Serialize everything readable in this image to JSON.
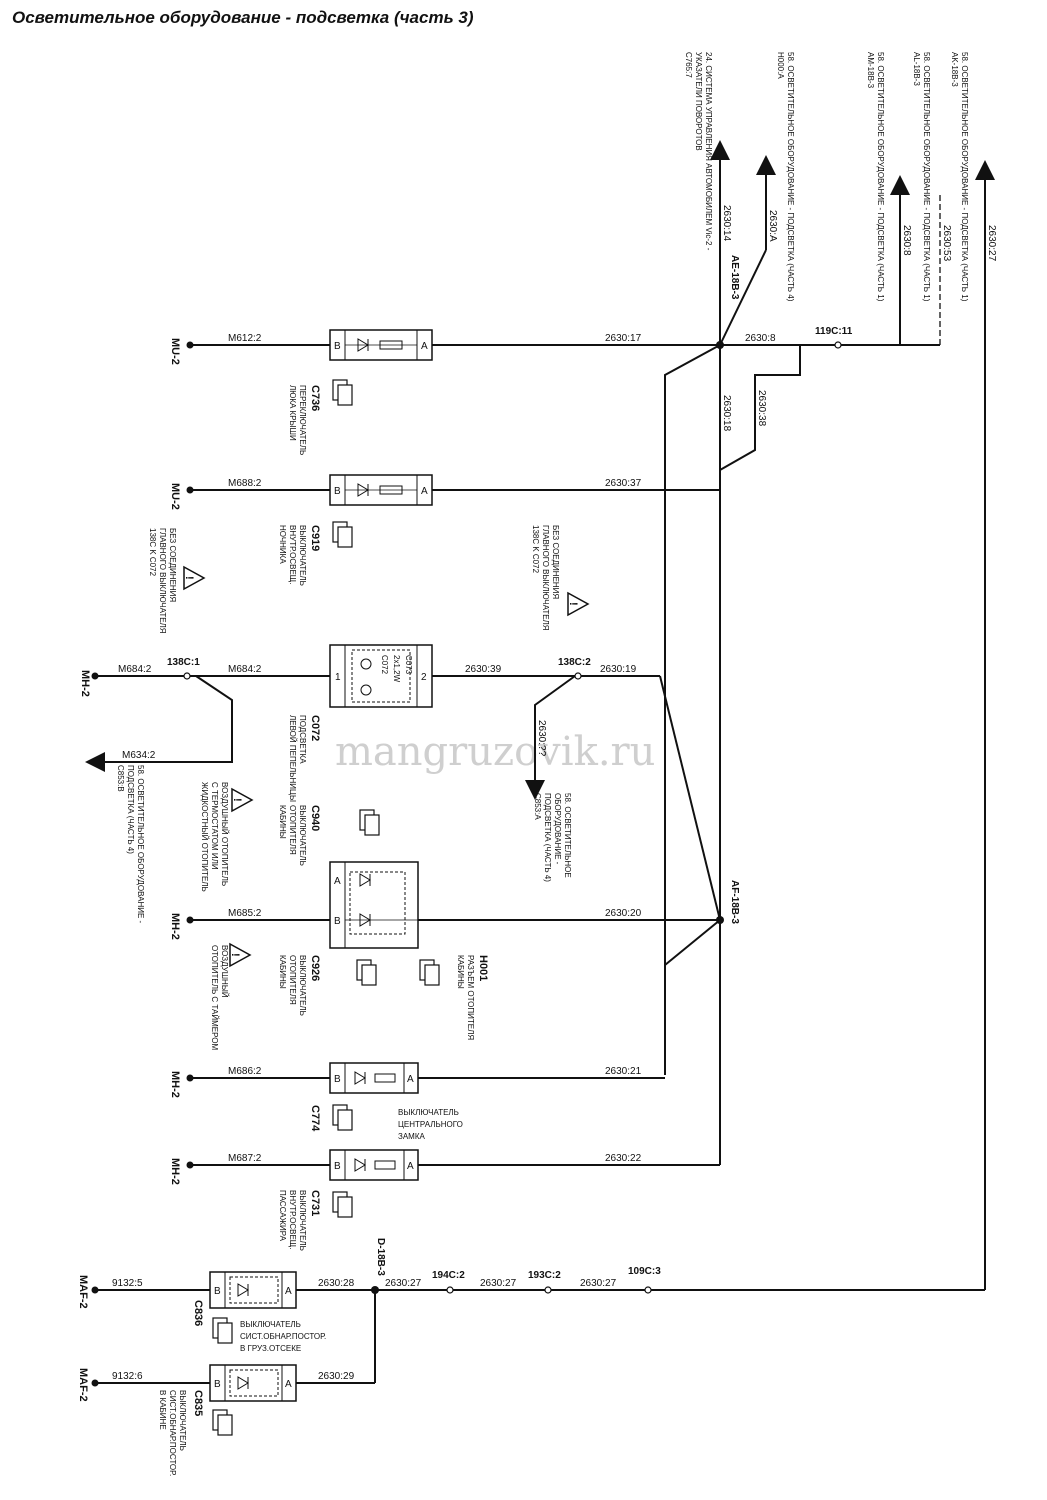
{
  "title": "Осветительное оборудование - подсветка (часть 3)",
  "watermark": "mangruzovik.ru",
  "top_refs": {
    "r1": [
      "24. СИСТЕМА УПРАВЛЕНИЯ АВТОМОБИЛЕМ Vic-2 -",
      "УКАЗАТЕЛИ ПОВОРОТОВ",
      "C765:7"
    ],
    "r2": [
      "58. ОСВЕТИТЕЛЬНОЕ ОБОРУДОВАНИЕ - ПОДСВЕТКА (ЧАСТЬ 4)",
      "H000:A"
    ],
    "r3": [
      "58. ОСВЕТИТЕЛЬНОЕ ОБОРУДОВАНИЕ - ПОДСВЕТКА (ЧАСТЬ 1)",
      "AM-18B-3"
    ],
    "r4": [
      "58. ОСВЕТИТЕЛЬНОЕ ОБОРУДОВАНИЕ - ПОДСВЕТКА (ЧАСТЬ 1)",
      "AL-18B-3"
    ],
    "r5": [
      "58. ОСВЕТИТЕЛЬНОЕ ОБОРУДОВАНИЕ - ПОДСВЕТКА (ЧАСТЬ 1)",
      "AK-18B-3"
    ]
  },
  "wire_labels": {
    "w2630_14": "2630:14",
    "w2630_a": "2630:A",
    "w2630_8a": "2630:8",
    "w2630_53": "2630:53",
    "w2630_27top": "2630:27",
    "w2630_17": "2630:17",
    "w2630_8": "2630:8",
    "w2630_18": "2630:18",
    "w2630_38": "2630:38",
    "w2630_37": "2630:37",
    "w2630_39": "2630:39",
    "w2630_19": "2630:19",
    "w2630_2x": "2630:??",
    "w2630_20": "2630:20",
    "w2630_21": "2630:21",
    "w2630_22": "2630:22",
    "w2630_28": "2630:28",
    "w2630_27a": "2630:27",
    "w2630_27b": "2630:27",
    "w2630_27c": "2630:27",
    "w2630_29": "2630:29",
    "m612": "M612:2",
    "m688": "M688:2",
    "m684a": "M684:2",
    "m684b": "M684:2",
    "m634": "M634:2",
    "m685": "M685:2",
    "m686": "M686:2",
    "m687": "M687:2",
    "p9132_5": "9132:5",
    "p9132_6": "9132:6"
  },
  "splices": {
    "ae": "AE-18B-3",
    "af": "AF-18B-3",
    "d": "D-18B-3"
  },
  "connectors": {
    "c119": "119C:11",
    "c138_1": "138C:1",
    "c138_2": "138C:2",
    "c194": "194C:2",
    "c193": "193C:2",
    "c109": "109C:3"
  },
  "grounds": {
    "g1": "MU-2",
    "g2": "MU-2",
    "g3": "MH-2",
    "g4": "MH-2",
    "g5": "MH-2",
    "g6": "MH-2",
    "g7": "MAF-2",
    "g8": "MAF-2"
  },
  "components": {
    "c736": {
      "code": "C736",
      "desc": [
        "ПЕРЕКЛЮЧАТЕЛЬ",
        "ЛЮКА КРЫШИ"
      ]
    },
    "c919": {
      "code": "C919",
      "desc": [
        "ВЫКЛЮЧАТЕЛЬ",
        "ВНУТР.ОСВЕЩ.",
        "НОЧНИКА"
      ]
    },
    "c072": {
      "code": "C072",
      "desc": [
        "ПОДСВЕТКА",
        "ЛЕВОЙ ПЕПЕЛЬНИЦЫ"
      ]
    },
    "c940": {
      "code": "C940",
      "desc": [
        "ВЫКЛЮЧАТЕЛЬ",
        "ОТОПИТЕЛЯ",
        "КАБИНЫ"
      ]
    },
    "c926": {
      "code": "C926",
      "desc": [
        "ВЫКЛЮЧАТЕЛЬ",
        "ОТОПИТЕЛЯ",
        "КАБИНЫ"
      ]
    },
    "h001": {
      "code": "H001",
      "desc": [
        "РАЗЪЕМ ОТОПИТЕЛЯ",
        "КАБИНЫ"
      ]
    },
    "c774": {
      "code": "C774",
      "desc": [
        "ВЫКЛЮЧАТЕЛЬ",
        "ЦЕНТРАЛЬНОГО",
        "ЗАМКА"
      ]
    },
    "c731": {
      "code": "C731",
      "desc": [
        "ВЫКЛЮЧАТЕЛЬ",
        "ВНУТР.ОСВЕЩ.",
        "ПАССАЖИРА"
      ]
    },
    "c836": {
      "code": "C836",
      "desc": [
        "ВЫКЛЮЧАТЕЛЬ",
        "СИСТ.ОБНАР.ПОСТОР.",
        "В ГРУЗ.ОТСЕКЕ"
      ]
    },
    "c835": {
      "code": "C835",
      "desc": [
        "ВЫКЛЮЧАТЕЛЬ",
        "СИСТ.ОБНАР.ПОСТОР.",
        "В КАБИНЕ"
      ]
    }
  },
  "c072_inner": {
    "pin1": "1",
    "pin2": "2",
    "bulb1": "C072",
    "bulb2": "C073",
    "spec": "2x1,2W"
  },
  "pins": {
    "a": "A",
    "b": "B"
  },
  "warnings": {
    "w1": [
      "БЕЗ СОЕДИНЕНИЯ",
      "ГЛАВНОГО ВЫКЛЮЧАТЕЛЯ",
      "138C K C072"
    ],
    "w2": [
      "БЕЗ СОЕДИНЕНИЯ",
      "ГЛАВНОГО ВЫКЛЮЧАТЕЛЯ",
      "138C K C072"
    ],
    "w3": [
      "ВОЗДУШНЫЙ ОТОПИТЕЛЬ",
      "С ТЕРМОСТАТОМ ИЛИ",
      "ЖИДКОСТНЫЙ ОТОПИТЕЛЬ"
    ],
    "w4": [
      "ВОЗДУШНЫЙ",
      "ОТОПИТЕЛЬ С ТАЙМЕРОМ"
    ]
  },
  "side_refs": {
    "s1": [
      "58. ОСВЕТИТЕЛЬНОЕ ОБОРУДОВАНИЕ -",
      "ПОДСВЕТКА (ЧАСТЬ 4)",
      "C853:B"
    ],
    "s2": [
      "58. ОСВЕТИТЕЛЬНОЕ",
      "ОБОРУДОВАНИЕ -",
      "ПОДСВЕТКА (ЧАСТЬ 4)",
      "C853:A"
    ]
  }
}
